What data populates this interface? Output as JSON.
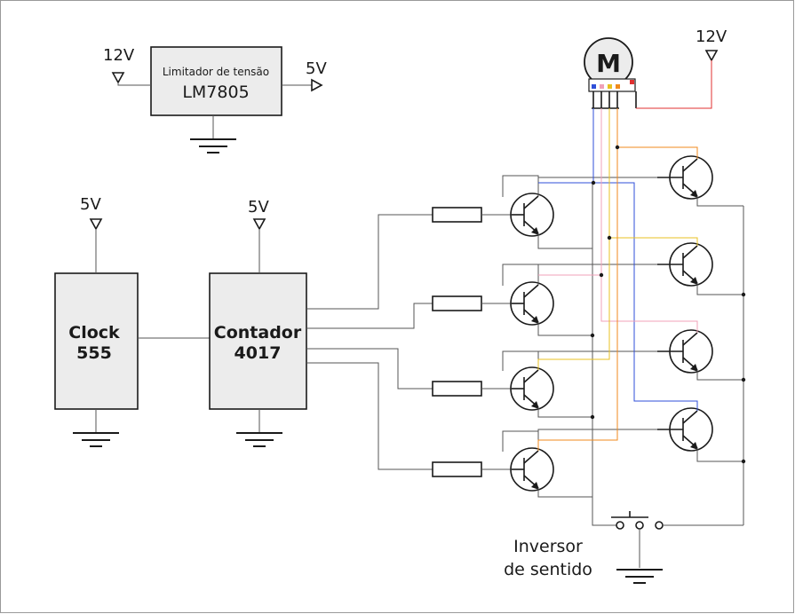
{
  "regulator": {
    "caption": "Limitador de tensão",
    "part": "LM7805",
    "input": "12V",
    "output": "5V"
  },
  "clock": {
    "line1": "Clock",
    "line2": "555",
    "supply": "5V"
  },
  "counter": {
    "line1": "Contador",
    "line2": "4017",
    "supply": "5V"
  },
  "motor": {
    "symbol": "M",
    "supply": "12V"
  },
  "switch": {
    "line1": "Inversor",
    "line2": "de sentido"
  },
  "wire_colors": {
    "blue": "#2f4fd8",
    "pink": "#f0a0b8",
    "yellow": "#e8c020",
    "orange": "#f08a1c",
    "red": "#e03030",
    "black": "#555555"
  }
}
